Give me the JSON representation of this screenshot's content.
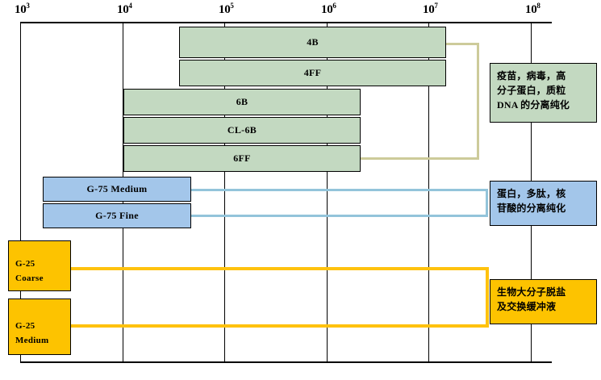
{
  "chart_data": {
    "type": "bar",
    "title": "",
    "xlabel": "",
    "ylabel": "",
    "orientation": "horizontal",
    "scale": "log",
    "xlim": [
      1000,
      100000000
    ],
    "grid": true,
    "legend_position": "right-callouts",
    "axis": {
      "ticks": [
        {
          "label": "10",
          "exponent": "3",
          "value": 1000,
          "x": 25
        },
        {
          "label": "10",
          "exponent": "4",
          "value": 10000,
          "x": 152
        },
        {
          "label": "10",
          "exponent": "5",
          "value": 100000,
          "x": 278
        },
        {
          "label": "10",
          "exponent": "6",
          "value": 1000000,
          "x": 405
        },
        {
          "label": "10",
          "exponent": "7",
          "value": 10000000,
          "x": 531
        },
        {
          "label": "10",
          "exponent": "8",
          "value": 100000000,
          "x": 658
        }
      ]
    },
    "groups": [
      {
        "name": "agarose-media",
        "color": "#c3d9c1",
        "callout_lines": [
          "疫苗，病毒，高",
          "分子蛋白，质粒",
          "DNA 的分离纯化"
        ],
        "bars": [
          {
            "label": "4B",
            "x_start": 222,
            "x_end": 553,
            "range_min": 100000,
            "range_max": 20000000
          },
          {
            "label": "4FF",
            "x_start": 222,
            "x_end": 553,
            "range_min": 100000,
            "range_max": 20000000
          },
          {
            "label": "6B",
            "x_start": 153,
            "x_end": 447,
            "range_min": 10000,
            "range_max": 4000000
          },
          {
            "label": "CL-6B",
            "x_start": 153,
            "x_end": 447,
            "range_min": 10000,
            "range_max": 4000000
          },
          {
            "label": "6FF",
            "x_start": 153,
            "x_end": 447,
            "range_min": 10000,
            "range_max": 4000000
          }
        ]
      },
      {
        "name": "dextran-g75",
        "color": "#a3c6ea",
        "callout_lines": [
          "蛋白，多肽，核",
          "苷酸的分离纯化"
        ],
        "bars": [
          {
            "label": "G-75 Medium",
            "x_start": 53,
            "x_end": 237,
            "range_min": 1700,
            "range_max": 70000
          },
          {
            "label": "G-75 Fine",
            "x_start": 53,
            "x_end": 237,
            "range_min": 1700,
            "range_max": 70000
          }
        ]
      },
      {
        "name": "dextran-g25",
        "color": "#fdc300",
        "callout_lines": [
          "生物大分子脱盐",
          "及交换缓冲液"
        ],
        "bars": [
          {
            "label_lines": [
              "G-25",
              "Coarse"
            ],
            "x_start": 10,
            "x_end": 88,
            "range_min": 1000,
            "range_max": 5000
          },
          {
            "label_lines": [
              "G-25",
              "Medium"
            ],
            "x_start": 10,
            "x_end": 88,
            "range_min": 1000,
            "range_max": 5000
          }
        ]
      }
    ]
  },
  "colors": {
    "green_fill": "#c3d9c1",
    "blue_fill": "#a3c6ea",
    "gold_fill": "#fdc300",
    "green_connector": "#cdcb9a",
    "blue_connector": "#93c4da",
    "gold_connector": "#ffc20e",
    "outline": "#000000"
  }
}
